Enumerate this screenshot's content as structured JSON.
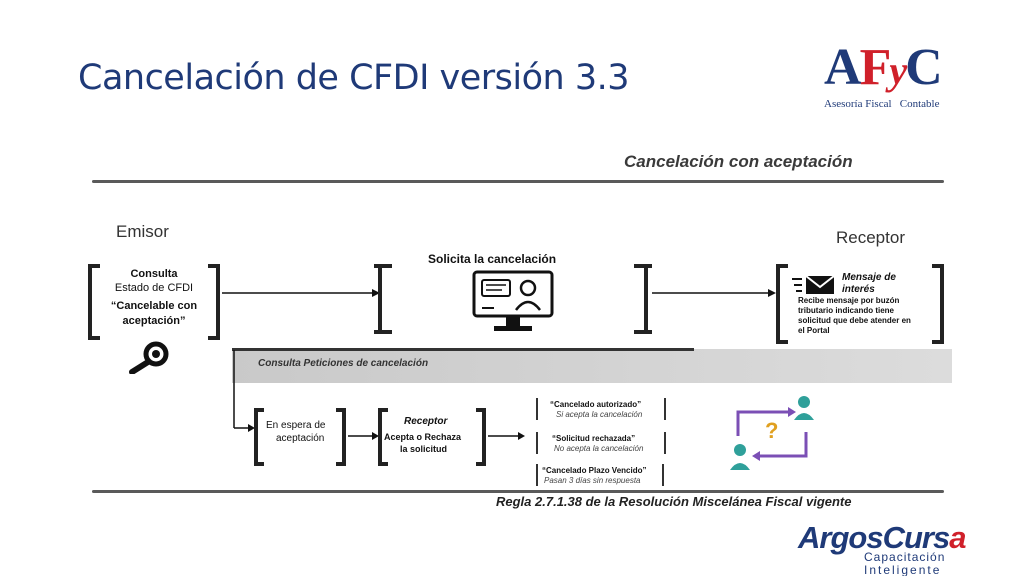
{
  "slide": {
    "title": "Cancelación de CFDI versión 3.3"
  },
  "logo_afyc": {
    "mark_a": "A",
    "mark_f": "F",
    "mark_y": "y",
    "mark_c": "C",
    "tagline_left": "Asesoría Fiscal",
    "tagline_right": "Contable"
  },
  "diagram": {
    "title": "Cancelación con aceptación",
    "emisor_label": "Emisor",
    "receptor_label": "Receptor",
    "consulta_box": {
      "line1": "Consulta",
      "line2": "Estado de CFDI",
      "line3": "“Cancelable con",
      "line4": "aceptación”"
    },
    "solicita_box": {
      "title": "Solicita  la cancelación"
    },
    "mensaje_box": {
      "title_line1": "Mensaje de",
      "title_line2": "interés",
      "body_line1": "Recibe mensaje   por buzón",
      "body_line2": "tributario    indicando    tiene",
      "body_line3": "solicitud que debe atender en",
      "body_line4": "el Portal"
    },
    "band_label": "Consulta Peticiones de cancelación",
    "espera_box": {
      "line1": "En espera de",
      "line2": "aceptación"
    },
    "receptor_box": {
      "title": "Receptor",
      "line1": "Acepta o Rechaza",
      "line2": "la solicitud"
    },
    "outcomes": [
      {
        "title": "“Cancelado autorizado”",
        "note": "Si acepta la cancelación"
      },
      {
        "title": "“Solicitud rechazada”",
        "note": "No acepta la cancelación"
      },
      {
        "title": "“Cancelado Plazo Vencido”",
        "note": "Pasan 3 días sin respuesta"
      }
    ],
    "rule_text": "Regla 2.7.1.38 de la Resolución Miscelánea Fiscal vigente",
    "question_mark": "?"
  },
  "logo_argos": {
    "name_part1": "ArgosCurs",
    "name_part2": "a",
    "sub1": "Capacitación",
    "sub2": "Inteligente"
  },
  "colors": {
    "title_blue": "#1f3a78",
    "brand_red": "#d0202a",
    "teal": "#2fa09a",
    "purple": "#7b4fb5",
    "gold": "#e0a020"
  }
}
